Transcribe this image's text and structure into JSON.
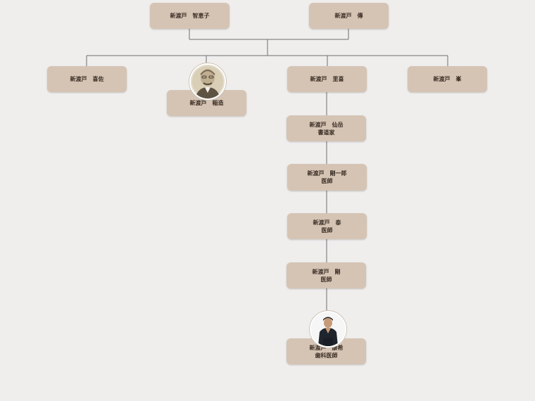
{
  "tree": {
    "parents": [
      {
        "id": "p1",
        "name": "新渡戸　智恵子"
      },
      {
        "id": "p2",
        "name": "新渡戸　傳"
      }
    ],
    "children": [
      {
        "id": "c1",
        "name": "新渡戸　喜佐"
      },
      {
        "id": "c2",
        "name": "新渡戸　稲造"
      },
      {
        "id": "c3",
        "name": "新渡戸　里喜"
      },
      {
        "id": "c4",
        "name": "新渡戸　峯"
      }
    ],
    "lineage": [
      {
        "id": "g1",
        "name": "新渡戸　仙岳",
        "role": "書道家"
      },
      {
        "id": "g2",
        "name": "新渡戸　剛一郎",
        "role": "医師"
      },
      {
        "id": "g3",
        "name": "新渡戸　泰",
        "role": "医師"
      },
      {
        "id": "g4",
        "name": "新渡戸　剛",
        "role": "医師"
      },
      {
        "id": "g5",
        "name": "新渡戸　康希",
        "role": "歯科医師"
      }
    ]
  }
}
